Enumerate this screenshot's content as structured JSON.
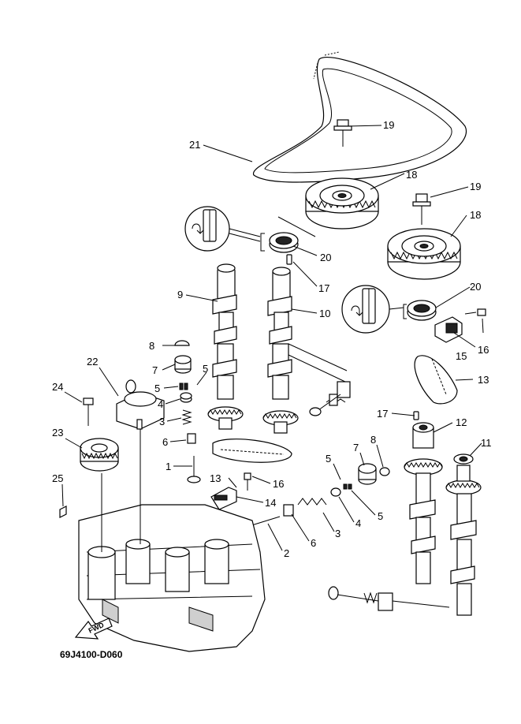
{
  "diagram": {
    "code": "69J4100-D060",
    "fwd_label": "FWD",
    "callouts": {
      "c1": "1",
      "c2": "2",
      "c3a": "3",
      "c3b": "3",
      "c4a": "4",
      "c4b": "4",
      "c5a": "5",
      "c5b": "5",
      "c5c": "5",
      "c5d": "5",
      "c6a": "6",
      "c6b": "6",
      "c7a": "7",
      "c7b": "7",
      "c8a": "8",
      "c8b": "8",
      "c9": "9",
      "c10": "10",
      "c11": "11",
      "c12": "12",
      "c13a": "13",
      "c13b": "13",
      "c14": "14",
      "c15": "15",
      "c16a": "16",
      "c16b": "16",
      "c17a": "17",
      "c17b": "17",
      "c18a": "18",
      "c18b": "18",
      "c19a": "19",
      "c19b": "19",
      "c20a": "20",
      "c20b": "20",
      "c21": "21",
      "c22": "22",
      "c23": "23",
      "c24": "24",
      "c25": "25"
    }
  }
}
